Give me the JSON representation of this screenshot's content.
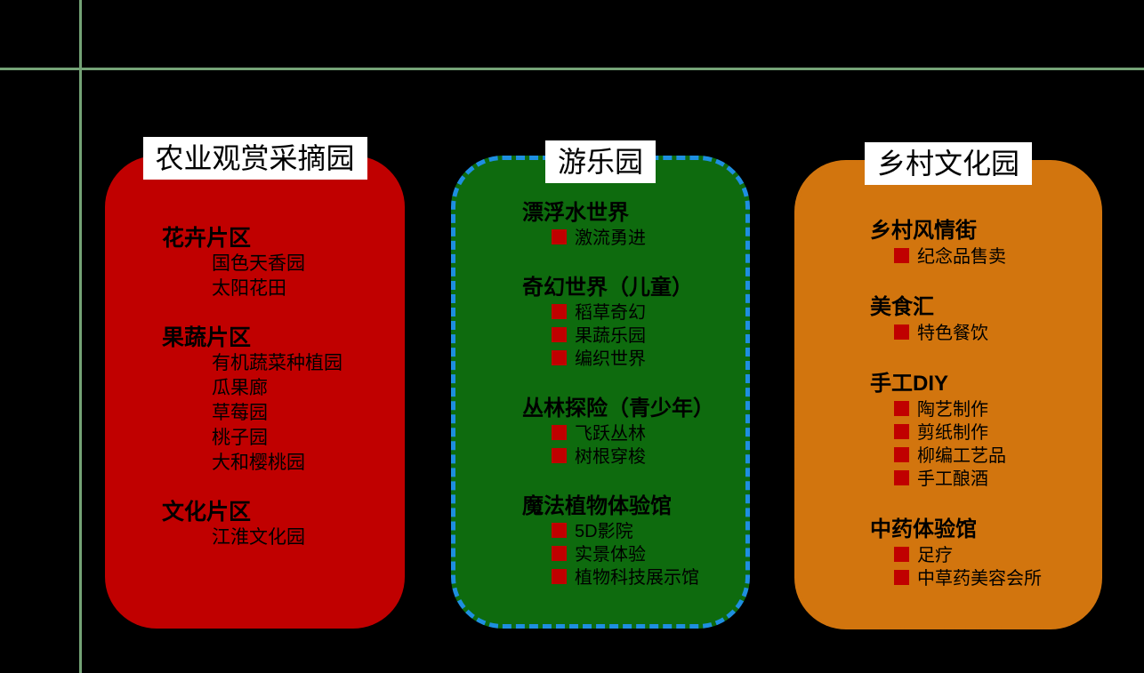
{
  "background_color": "#000000",
  "grid": {
    "line_color": "#74A276"
  },
  "colors": {
    "title_bg": "#FFFFFF",
    "text_color": "#000000",
    "bullet_color": "#C00000"
  },
  "columns": [
    {
      "id": "agriculture-garden",
      "title": "农业观赏采摘园",
      "fill_color": "#C00000",
      "border_color": "#C00000",
      "has_bullets": false,
      "groups": [
        {
          "header": "花卉片区",
          "items": [
            "国色天香园",
            "太阳花田"
          ]
        },
        {
          "header": "果蔬片区",
          "items": [
            "有机蔬菜种植园",
            "瓜果廊",
            "草莓园",
            "桃子园",
            "大和樱桃园"
          ]
        },
        {
          "header": "文化片区",
          "items": [
            "江淮文化园"
          ]
        }
      ]
    },
    {
      "id": "amusement-park",
      "title": "游乐园",
      "fill_color": "#0E6B0E",
      "border_color": "#1E8FE0",
      "has_bullets": true,
      "groups": [
        {
          "header": "漂浮水世界",
          "items": [
            "激流勇进"
          ]
        },
        {
          "header": "奇幻世界（儿童）",
          "items": [
            "稻草奇幻",
            "果蔬乐园",
            "编织世界"
          ]
        },
        {
          "header": "丛林探险（青少年）",
          "items": [
            "飞跃丛林",
            "树根穿梭"
          ]
        },
        {
          "header": "魔法植物体验馆",
          "items": [
            "5D影院",
            "实景体验",
            "植物科技展示馆"
          ]
        }
      ]
    },
    {
      "id": "rural-culture-park",
      "title": "乡村文化园",
      "fill_color": "#D2750E",
      "border_color": "#D2750E",
      "has_bullets": true,
      "groups": [
        {
          "header": "乡村风情街",
          "items": [
            "纪念品售卖"
          ]
        },
        {
          "header": "美食汇",
          "items": [
            "特色餐饮"
          ]
        },
        {
          "header": "手工DIY",
          "items": [
            "陶艺制作",
            "剪纸制作",
            "柳编工艺品",
            "手工酿酒"
          ]
        },
        {
          "header": "中药体验馆",
          "items": [
            "足疗",
            "中草药美容会所"
          ]
        }
      ]
    }
  ]
}
